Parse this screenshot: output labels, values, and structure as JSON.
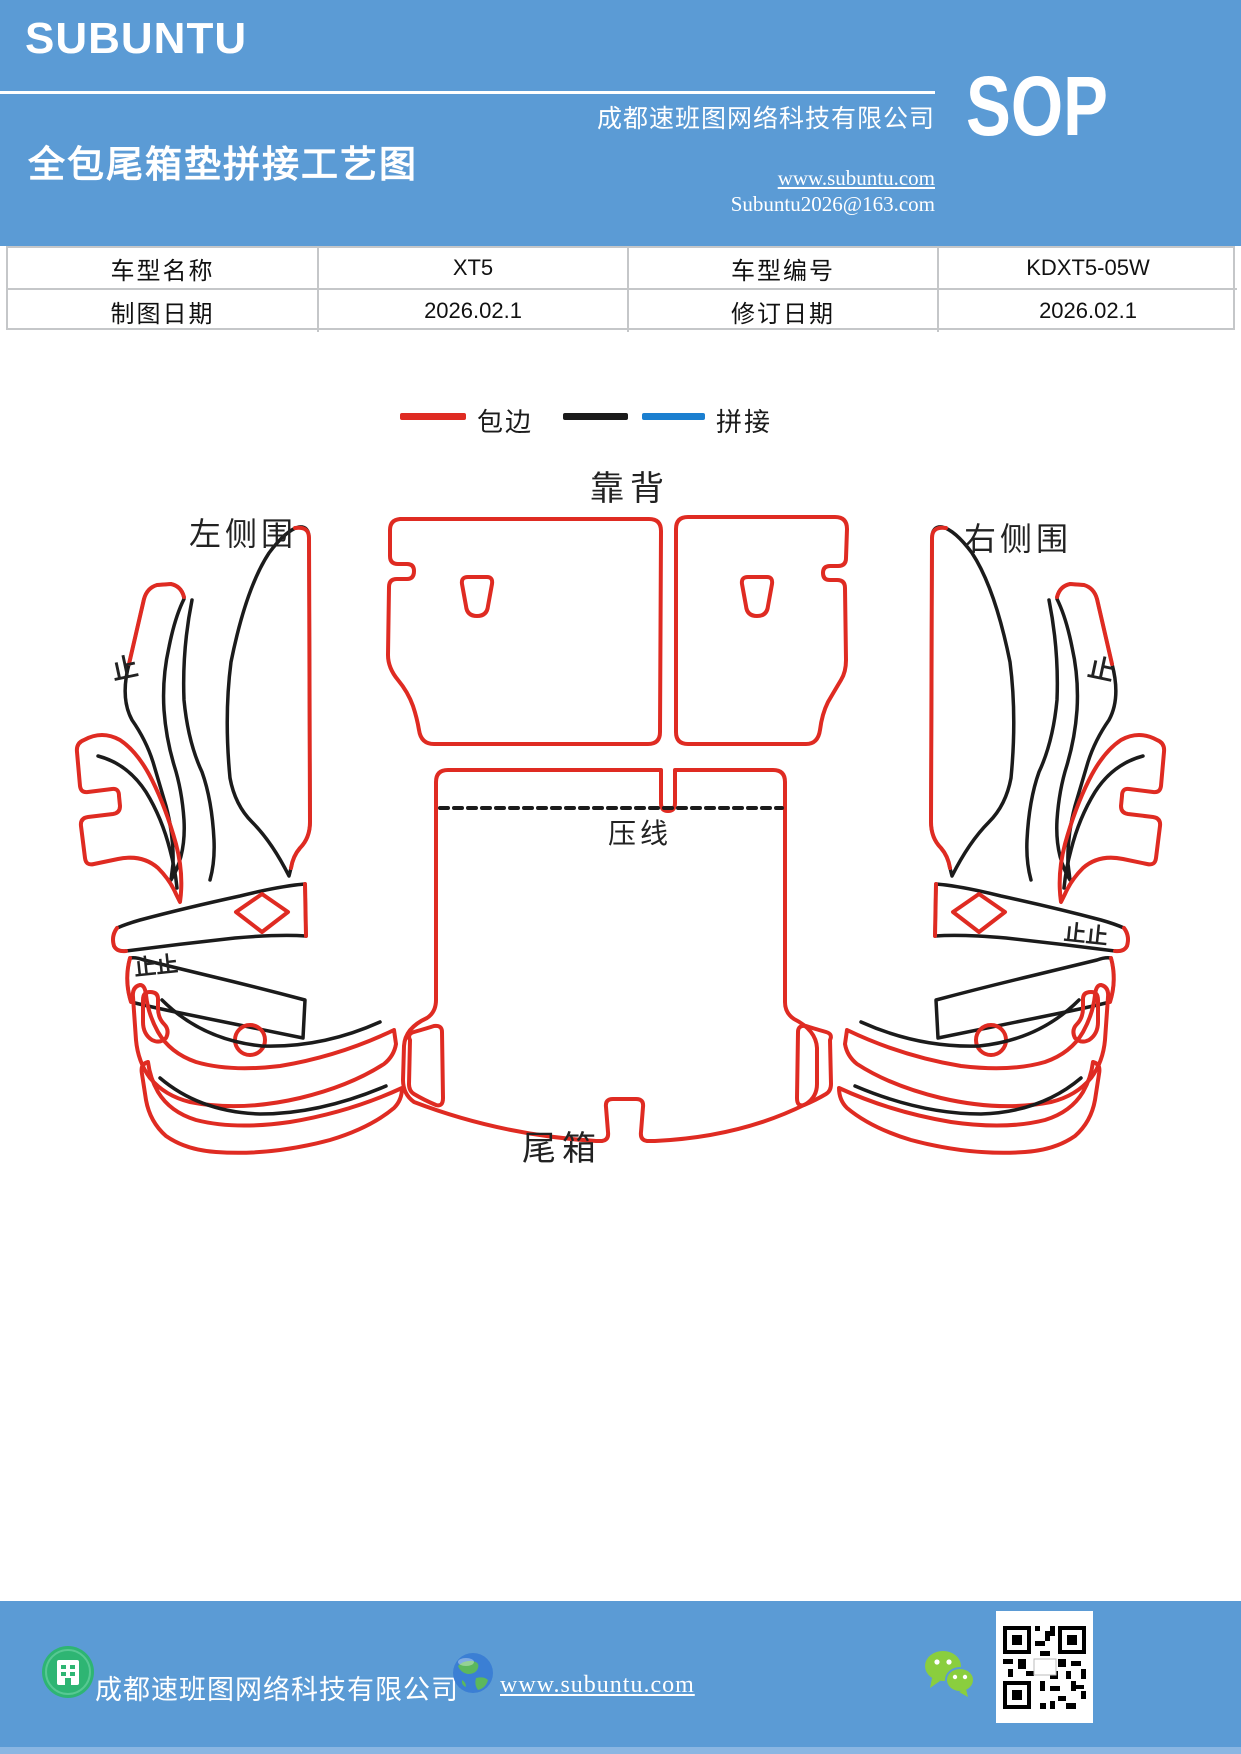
{
  "header": {
    "logo": "SUBUNTU",
    "title": "全包尾箱垫拼接工艺图",
    "company": "成都速班图网络科技有限公司",
    "website": "www.subuntu.com",
    "email": "Subuntu2026@163.com",
    "badge": "SOP",
    "bg_color": "#5b9bd5"
  },
  "info_table": {
    "model_name_label": "车型名称",
    "model_name_value": "XT5",
    "model_code_label": "车型编号",
    "model_code_value": "KDXT5-05W",
    "draw_date_label": "制图日期",
    "draw_date_value": "2026.02.1",
    "revision_date_label": "修订日期",
    "revision_date_value": "2026.02.1"
  },
  "legend": {
    "edge_wrap_label": "包边",
    "splice_label": "拼接",
    "edge_wrap_color": "#df2b22",
    "splice_black": "#1b1b1b",
    "splice_blue": "#1b7fd0"
  },
  "diagram": {
    "labels": {
      "backrest": "靠背",
      "left_side": "左侧围",
      "right_side": "右侧围",
      "press_line": "压线",
      "trunk": "尾箱",
      "stop": "止",
      "stop_double": "止止"
    },
    "colors": {
      "edge_wrap": "#df2b22",
      "splice": "#1b1b1b"
    }
  },
  "footer": {
    "company": "成都速班图网络科技有限公司",
    "website": "www.subuntu.com"
  }
}
